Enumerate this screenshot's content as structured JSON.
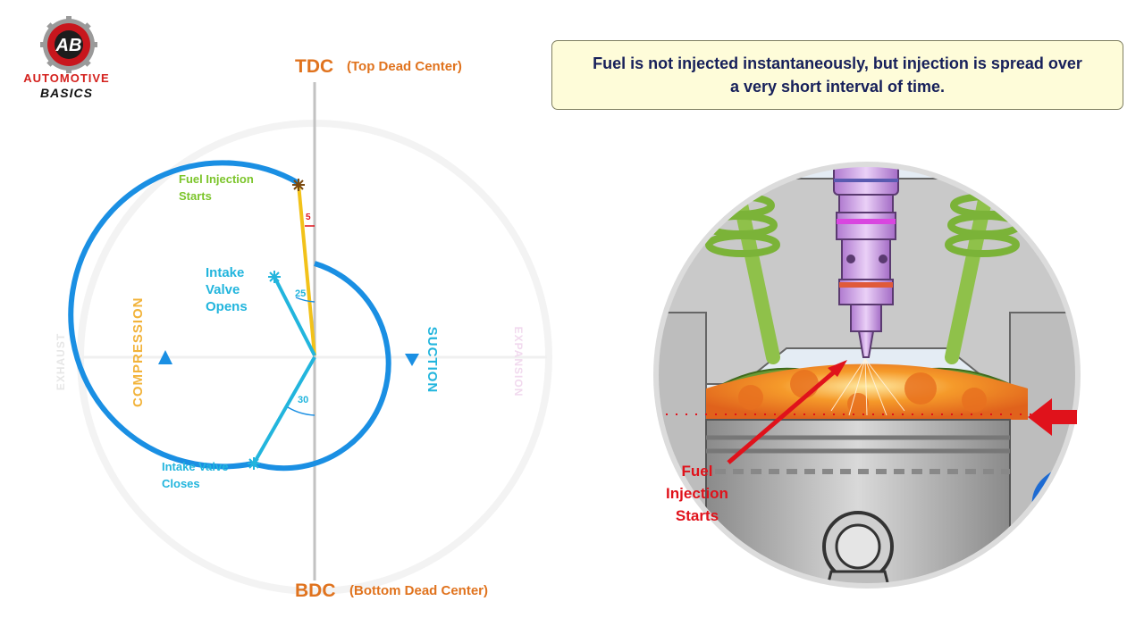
{
  "logo": {
    "line1": "AUTOMOTIVE",
    "line2": "BASICS",
    "monogram": "AB"
  },
  "diagram": {
    "tdc": "TDC",
    "tdc_full": "(Top Dead Center)",
    "bdc": "BDC",
    "bdc_full": "(Bottom Dead Center)",
    "stroke_labels": {
      "compression": "COMPRESSION",
      "suction": "SUCTION",
      "exhaust": "EXHAUST",
      "expansion": "EXPANSION"
    },
    "events": {
      "fuel_injection_line1": "Fuel Injection",
      "fuel_injection_line2": "Starts",
      "intake_opens_line1": "Intake",
      "intake_opens_line2": "Valve",
      "intake_opens_line3": "Opens",
      "intake_closes_line1": "Intake Valve",
      "intake_closes_line2": "Closes"
    },
    "angles": {
      "injection": "5",
      "intake_open": "25",
      "intake_close": "30"
    }
  },
  "note": "Fuel is not injected instantaneously, but injection is spread over a very short interval of time.",
  "engine_view": {
    "label_line1": "Fuel",
    "label_line2": "Injection",
    "label_line3": "Starts"
  },
  "colors": {
    "accent_orange": "#e0731e",
    "cycle_blue": "#1a8fe3",
    "intake_cyan": "#22b5dd",
    "injection_yellow": "#f2c21a",
    "label_green": "#7cc52b",
    "pointer_red": "#e0121b"
  }
}
